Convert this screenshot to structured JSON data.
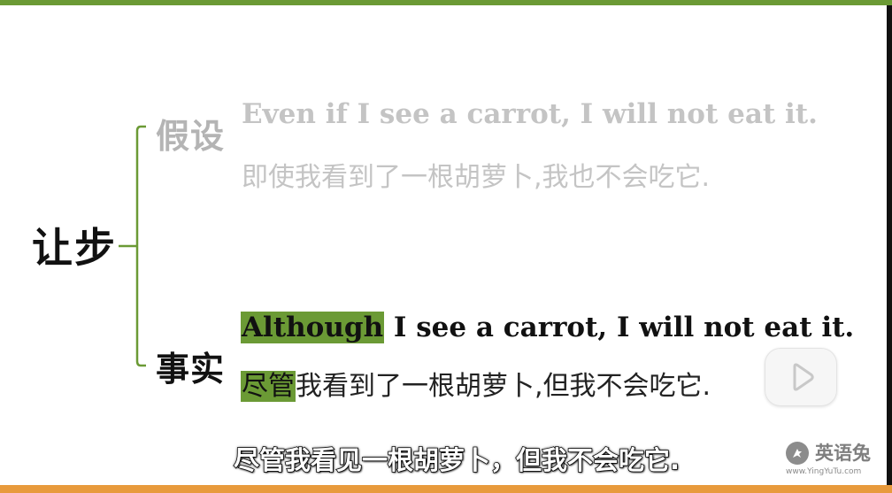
{
  "colors": {
    "accent_green": "#6b9a35",
    "bottom_orange": "#e89a3c",
    "faded_text": "#c4c4c4",
    "dark_text": "#111111"
  },
  "diagram": {
    "root": "让步",
    "branches": [
      {
        "label": "假设",
        "state": "faded",
        "english": "Even if I see a carrot, I will not eat it.",
        "chinese": "即使我看到了一根胡萝卜,我也不会吃它."
      },
      {
        "label": "事实",
        "state": "active",
        "english_highlight": "Although",
        "english_rest": " I see a carrot, I will not eat it.",
        "chinese_highlight": "尽管",
        "chinese_rest": "我看到了一根胡萝卜,但我不会吃它."
      }
    ]
  },
  "player": {
    "play_icon": "play-icon"
  },
  "subtitle": "尽管我看见一根胡萝卜，但我不会吃它.",
  "watermark": {
    "logo_icon": "rabbit-logo-icon",
    "name": "英语兔",
    "url": "www.YingYuTu.com"
  }
}
